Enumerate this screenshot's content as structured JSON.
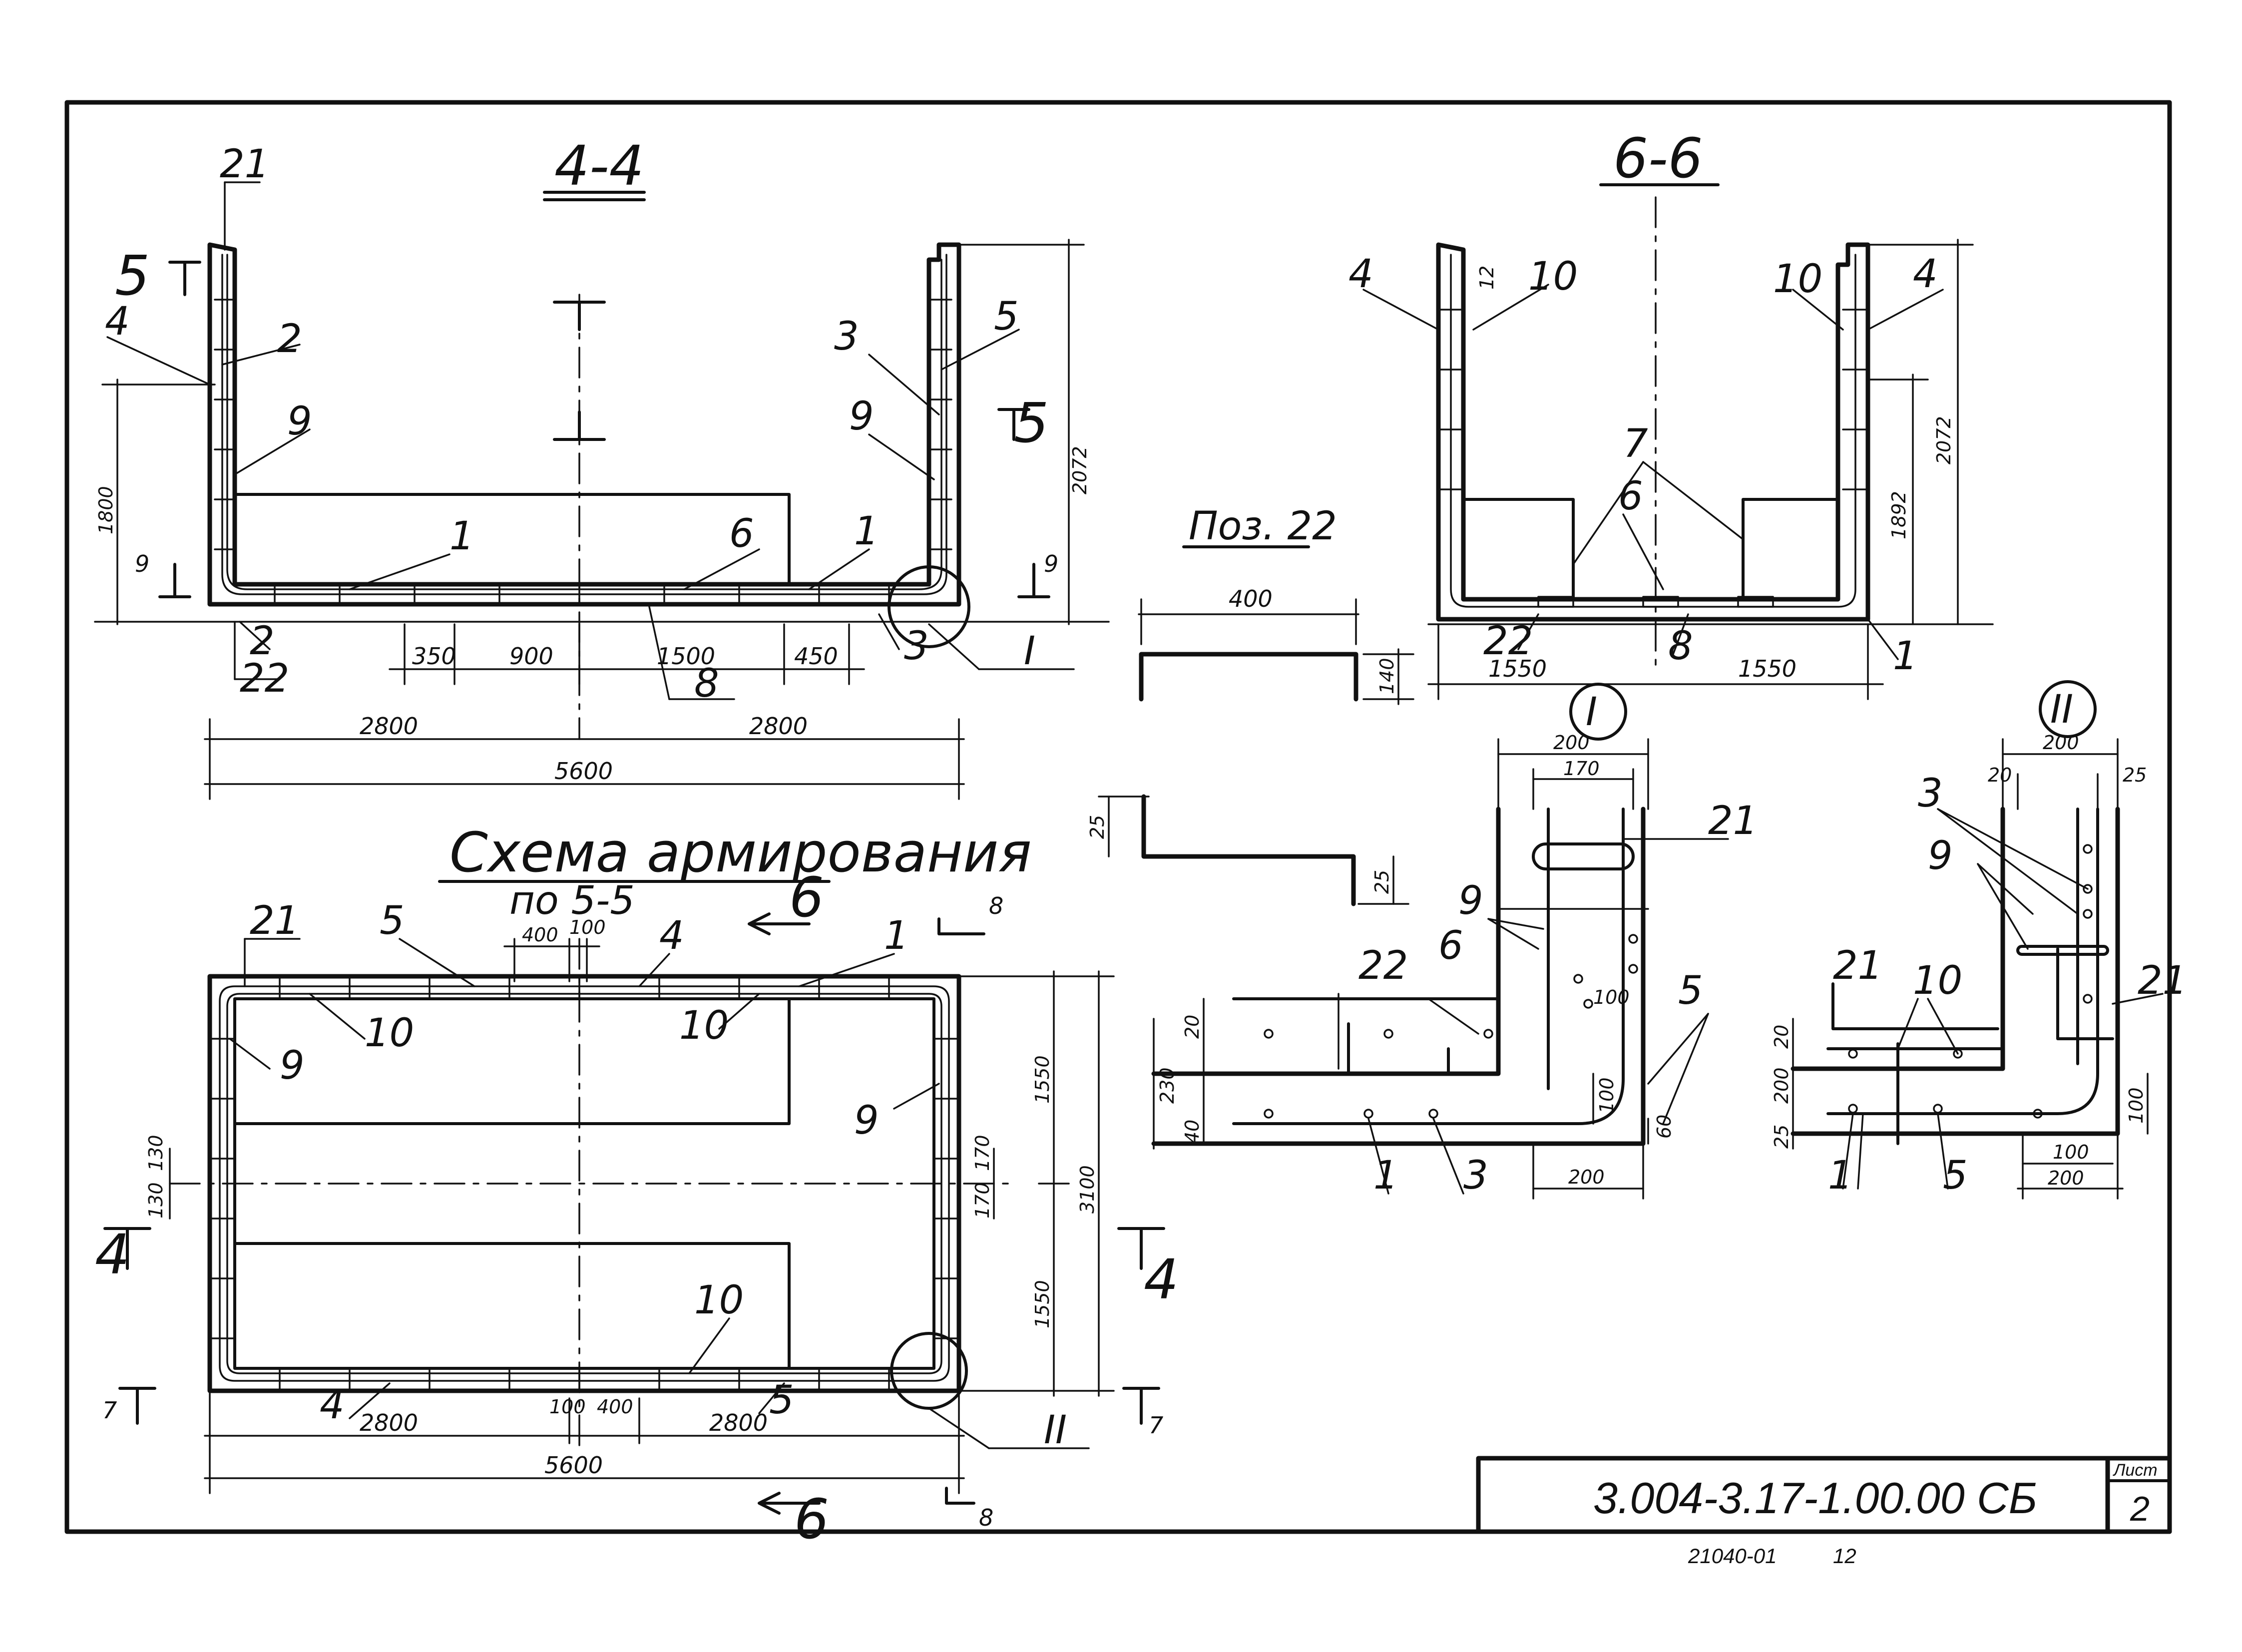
{
  "section_44": {
    "title": "4-4",
    "callouts": [
      "21",
      "4",
      "2",
      "9",
      "1",
      "6",
      "1",
      "3",
      "5",
      "9",
      "3",
      "2",
      "22",
      "8",
      "I"
    ],
    "markers": [
      "5",
      "5",
      "9",
      "9"
    ],
    "dims_bottom": [
      "350",
      "900",
      "1500",
      "450",
      "2800",
      "2800",
      "5600"
    ],
    "dims_side": [
      "1800",
      "2072"
    ]
  },
  "section_66": {
    "title": "6-6",
    "callouts": [
      "4",
      "10",
      "10",
      "4",
      "7",
      "6",
      "22",
      "8",
      "1"
    ],
    "dims": [
      "1550",
      "1550",
      "1892",
      "2072",
      "12"
    ]
  },
  "poz22": {
    "title": "Поз. 22",
    "dims": [
      "400",
      "140",
      "25",
      "25"
    ]
  },
  "scheme": {
    "title": "Схема армирования",
    "subtitle": "по 5-5",
    "callouts": [
      "21",
      "5",
      "4",
      "1",
      "10",
      "10",
      "9",
      "9",
      "10",
      "4",
      "5",
      "II"
    ],
    "markers": [
      "6",
      "8",
      "6",
      "8",
      "4",
      "4",
      "7",
      "7"
    ],
    "dims_top": [
      "400",
      "100"
    ],
    "dims_bottom": [
      "2800",
      "2800",
      "5600",
      "100",
      "400"
    ],
    "dims_side": [
      "1550",
      "3100",
      "1550",
      "130",
      "130",
      "170",
      "170"
    ]
  },
  "detail_I": {
    "label": "I",
    "callouts": [
      "21",
      "9",
      "22",
      "6",
      "5",
      "1",
      "3"
    ],
    "dims": [
      "200",
      "170",
      "100",
      "230",
      "20",
      "40",
      "100",
      "60",
      "200"
    ]
  },
  "detail_II": {
    "label": "II",
    "callouts": [
      "3",
      "9",
      "21",
      "10",
      "21",
      "1",
      "5"
    ],
    "dims": [
      "200",
      "20",
      "25",
      "20",
      "200",
      "25",
      "100",
      "100",
      "200"
    ]
  },
  "title_block": {
    "code": "3.004-3.17-1.00.00 СБ",
    "sheet_label": "Лист",
    "sheet_number": "2"
  },
  "footer": {
    "archive_no": "21040-01",
    "page": "12"
  }
}
